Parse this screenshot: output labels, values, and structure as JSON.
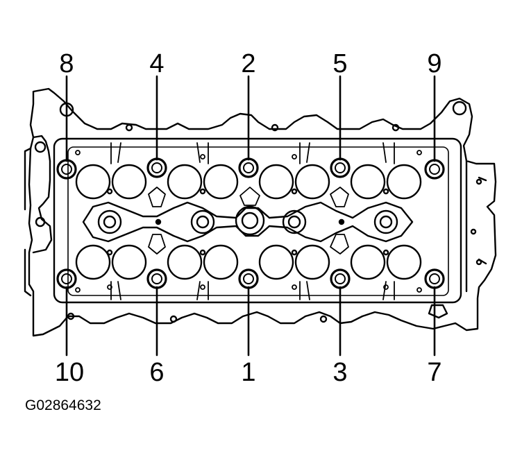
{
  "figure_id": "G02864632",
  "bolt_callouts_top": [
    "8",
    "4",
    "2",
    "5",
    "9"
  ],
  "bolt_callouts_bottom": [
    "10",
    "6",
    "1",
    "3",
    "7"
  ],
  "colors": {
    "line": "#000000",
    "background": "#ffffff"
  }
}
